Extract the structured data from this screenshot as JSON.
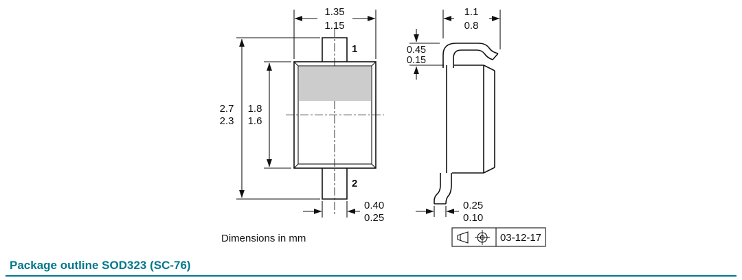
{
  "page": {
    "caption": "Package outline SOD323 (SC-76)",
    "note": "Dimensions in mm"
  },
  "front_view": {
    "pin1_label": "1",
    "pin2_label": "2",
    "dims": {
      "top_width": {
        "max": "1.35",
        "min": "1.15"
      },
      "overall_height": {
        "max": "2.7",
        "min": "2.3"
      },
      "body_height": {
        "max": "1.8",
        "min": "1.6"
      },
      "lead_width": {
        "max": "0.40",
        "min": "0.25"
      }
    }
  },
  "side_view": {
    "dims": {
      "overall_width": {
        "max": "1.1",
        "min": "0.8"
      },
      "lead_height": {
        "max": "0.45",
        "min": "0.15"
      },
      "lead_thickness": {
        "max": "0.25",
        "min": "0.10"
      }
    }
  },
  "title_block": {
    "date": "03-12-17",
    "symbols": [
      "first-angle-projection-cone",
      "first-angle-projection-target"
    ]
  },
  "colors": {
    "accent_teal": "#00788A",
    "band_gray": "#cccccc",
    "line": "#111111"
  }
}
